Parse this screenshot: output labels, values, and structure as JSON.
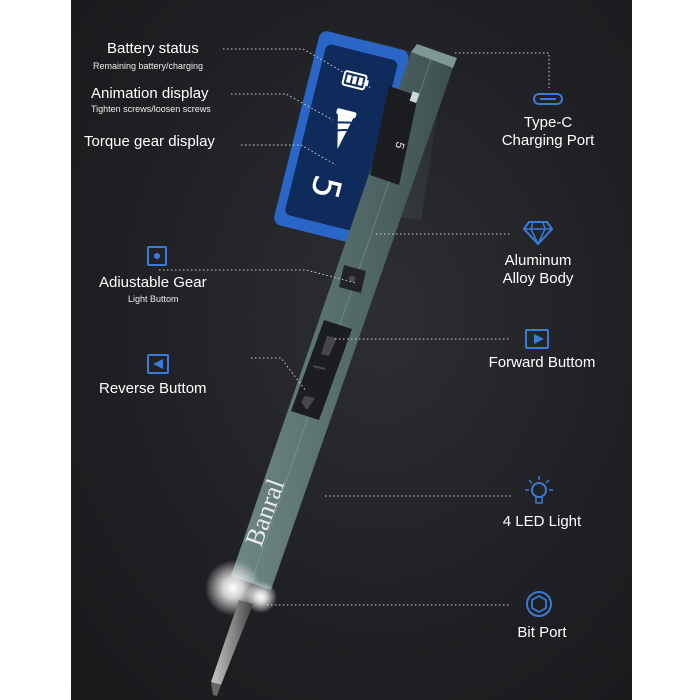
{
  "brand": "Banral",
  "callouts": {
    "battery_status": {
      "title": "Battery status",
      "subtitle": "Remaining battery/charging"
    },
    "animation_display": {
      "title": "Animation display",
      "subtitle": "Tighten screws/loosen screws"
    },
    "torque_gear_display": {
      "title": "Torque gear display"
    },
    "adjustable_gear": {
      "title": "Adiustable Gear",
      "subtitle": "Light Buttom"
    },
    "reverse_button": {
      "title": "Reverse Buttom"
    },
    "type_c": {
      "line1": "Type-C",
      "line2": "Charging Port"
    },
    "aluminum_body": {
      "line1": "Aluminum",
      "line2": "Alloy Body"
    },
    "forward_button": {
      "title": "Forward Buttom"
    },
    "led_light": {
      "title": "4 LED Light"
    },
    "bit_port": {
      "title": "Bit Port"
    }
  },
  "display_digit": "5",
  "icons": [
    "usb-c-icon",
    "diamond-icon",
    "play-right-icon",
    "play-left-icon",
    "dot-square-icon",
    "light-bulb-icon",
    "hex-socket-icon"
  ],
  "colors": {
    "background": "#1f2023",
    "accent_blue": "#3a7bd5",
    "body": "#5e7575",
    "screen": "#1f5cb8",
    "text": "#ffffff"
  }
}
